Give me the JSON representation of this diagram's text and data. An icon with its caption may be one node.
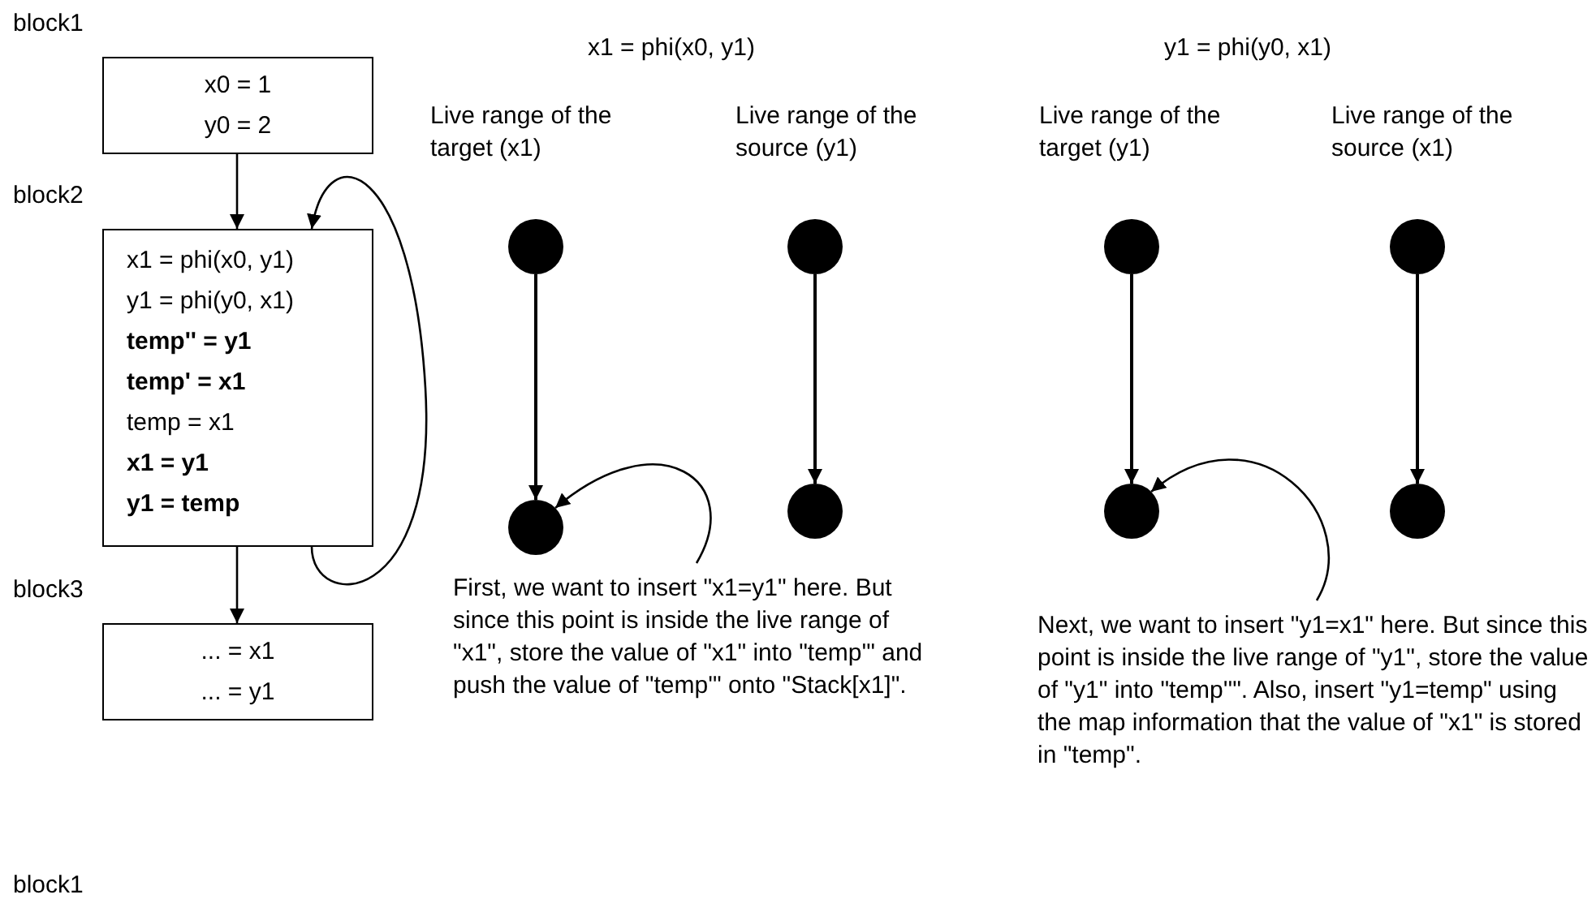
{
  "diagram": {
    "nodes": [
      {
        "text": [
          "block1",
          "x0 = 1",
          "y0 = 2"
        ]
      },
      {
        "text": [
          "block2",
          "x1 = phi(x0, y1)",
          "y1 = phi(y0, x1)",
          "**temp'' = y1**",
          "**temp' = x1**",
          "temp = x1",
          "**x1 = y1**",
          "**y1 = temp**"
        ]
      },
      {
        "text": [
          "block3",
          "... = x1",
          "... = y1"
        ]
      },
      {
        "text": [],
        "shape": "circle"
      },
      {
        "text": [],
        "shape": "circle"
      },
      {
        "text": [],
        "shape": "circle"
      },
      {
        "text": [],
        "shape": "circle"
      },
      {
        "text": [],
        "shape": "circle"
      },
      {
        "text": [],
        "shape": "circle"
      },
      {
        "text": [],
        "shape": "circle"
      },
      {
        "text": [],
        "shape": "circle"
      },
      {
        "text": [
          "First, we want to insert \"x1=y1\" here. But since this point is inside the live range of \"x1\", store the value of \"x1\" into \"temp'\" and push the value of \"temp'\" onto \"Stack[x1]\"."
        ]
      },
      {
        "text": [
          "Next, we want to insert \"y1=x1\" here. But since this point is inside the live range of \"y1\", store the value of \"y1\" into \"temp''\". Also, insert \"y1=temp\" using the map information that the value of \"x1\" is stored in \"temp\"."
        ]
      }
    ],
    "edges": [
      {
        "from": 0,
        "to": 1,
        "arrow": "to"
      },
      {
        "from": 1,
        "to": 2,
        "arrow": "to"
      },
      {
        "from": 1,
        "to": 1,
        "arrow": "to"
      },
      {
        "from": 3,
        "to": 7,
        "arrow": "to"
      },
      {
        "from": 4,
        "to": 8,
        "arrow": "to"
      },
      {
        "from": 5,
        "to": 9,
        "arrow": "to"
      },
      {
        "from": 6,
        "to": 10,
        "arrow": "to"
      },
      {
        "from": 11,
        "to": 7,
        "arrow": "to"
      },
      {
        "from": 12,
        "to": 9,
        "arrow": "to"
      }
    ],
    "labels": [
      "x1 = phi(x0, y1)",
      "y1 = phi(y0, x1)",
      "Live range of the target (x1)",
      "Live range of the source (y1)",
      "Live range of the target (y1)",
      "Live range of the source (x1)",
      "block1"
    ]
  }
}
